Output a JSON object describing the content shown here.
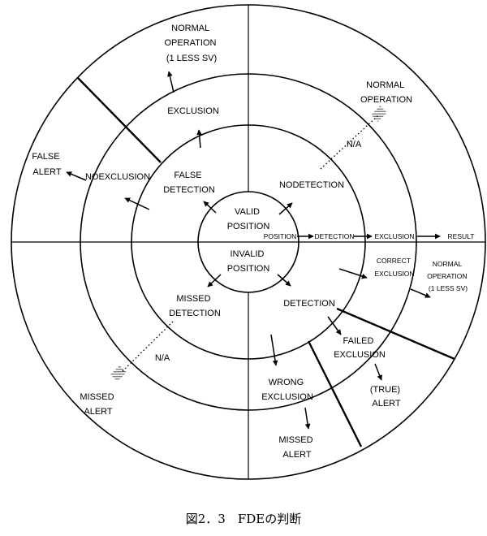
{
  "caption": "図2．3　FDEの判断",
  "labels": {
    "valid_position": [
      "VALID",
      "POSITION"
    ],
    "invalid_position": [
      "INVALID",
      "POSITION"
    ],
    "false_detection": [
      "FALSE",
      "DETECTION"
    ],
    "nodetection": "NODETECTION",
    "missed_detection": [
      "MISSED",
      "DETECTION"
    ],
    "detection_lower": "DETECTION",
    "exclusion_top": "EXCLUSION",
    "normal_operation_1sv_top": [
      "NORMAL",
      "OPERATION",
      "(1 LESS SV)"
    ],
    "normal_operation_right": [
      "NORMAL",
      "OPERATION"
    ],
    "na_top": "N/A",
    "na_bottom": "N/A",
    "false_alert": [
      "FALSE",
      "ALERT"
    ],
    "noexclusion": "NOEXCLUSION",
    "axis_position": "POSITION",
    "axis_detection": "DETECTION",
    "axis_exclusion": "EXCLUSION",
    "axis_result": "RESULT",
    "correct_exclusion": [
      "CORRECT",
      "EXCLUSION"
    ],
    "normal_operation_1sv_right": [
      "NORMAL",
      "OPERATION",
      "(1 LESS SV)"
    ],
    "failed_exclusion": [
      "FAILED",
      "EXCLUSION"
    ],
    "true_alert": [
      "(TRUE)",
      "ALERT"
    ],
    "wrong_exclusion": [
      "WRONG",
      "EXCLUSION"
    ],
    "missed_alert_bottom": [
      "MISSED",
      "ALERT"
    ],
    "missed_alert_left": [
      "MISSED",
      "ALERT"
    ]
  }
}
